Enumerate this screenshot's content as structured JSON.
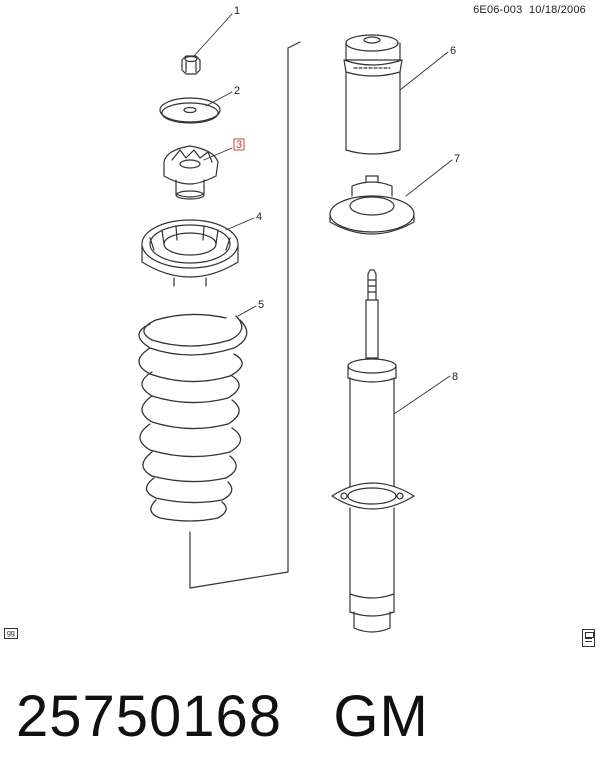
{
  "diagram": {
    "header_code": "6E06-003",
    "header_date": "10/18/2006",
    "callouts": [
      {
        "num": "1",
        "boxed": false
      },
      {
        "num": "2",
        "boxed": false
      },
      {
        "num": "3",
        "boxed": true
      },
      {
        "num": "4",
        "boxed": false
      },
      {
        "num": "5",
        "boxed": false
      },
      {
        "num": "6",
        "boxed": false
      },
      {
        "num": "7",
        "boxed": false
      },
      {
        "num": "8",
        "boxed": false
      }
    ],
    "badge_text": "gg",
    "colors": {
      "line": "#333333",
      "highlight": "#c0392b"
    }
  },
  "footer": {
    "part_number": "25750168",
    "brand": "GM"
  }
}
